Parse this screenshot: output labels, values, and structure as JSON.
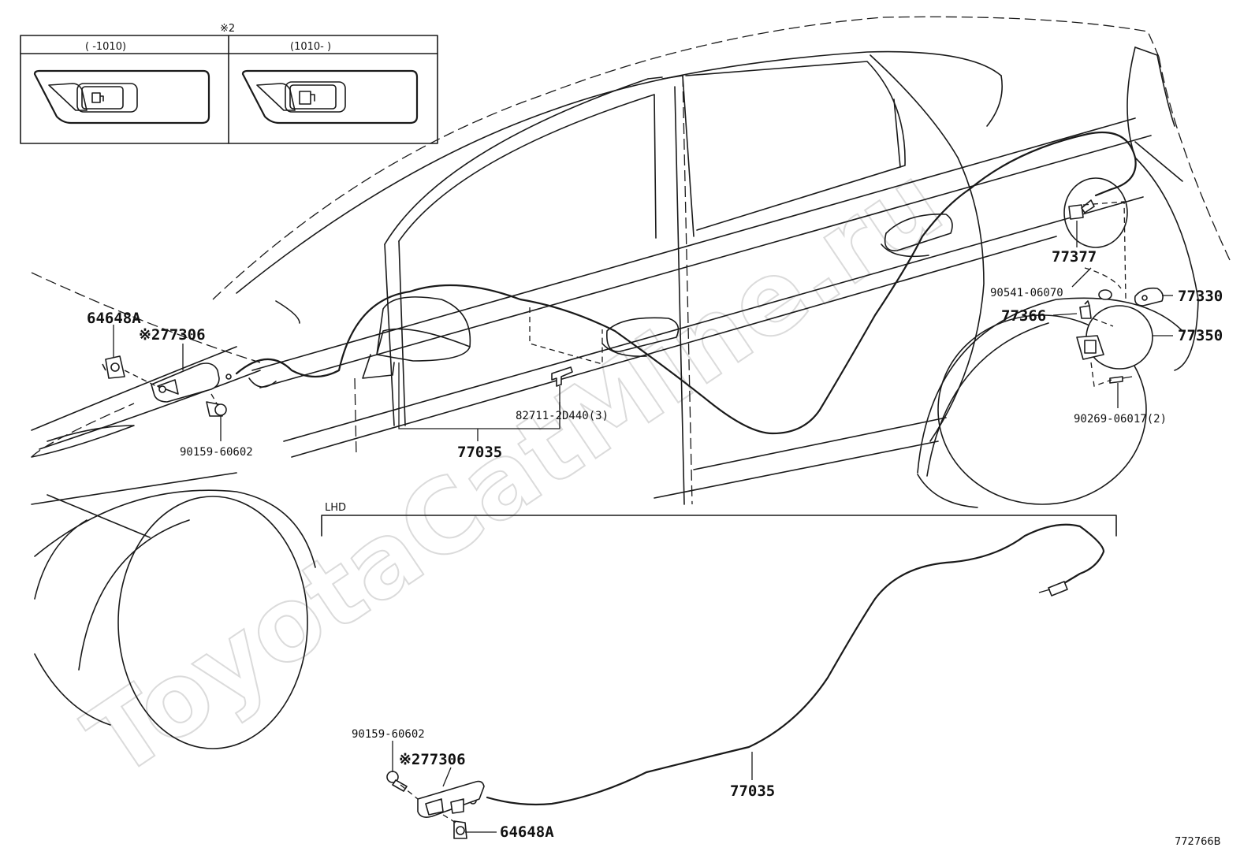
{
  "inset": {
    "note_mark": "※2",
    "left_range": "(    -1010)",
    "right_range": "(1010-    )"
  },
  "labels": {
    "p64648a_top": "64648A",
    "p77306_top": "※277306",
    "p90159_top": "90159-60602",
    "p77035_top": "77035",
    "p82711": "82711-2D440(3)",
    "p77377": "77377",
    "p90541": "90541-06070",
    "p77330": "77330",
    "p77366": "77366",
    "p77350": "77350",
    "p90269": "90269-06017(2)",
    "lhd": "LHD",
    "p90159_bot": "90159-60602",
    "p77306_bot": "※277306",
    "p77035_bot": "77035",
    "p64648a_bot": "64648A",
    "diagram_code": "772766B"
  },
  "watermark": "ToyotaCatMine.ru"
}
